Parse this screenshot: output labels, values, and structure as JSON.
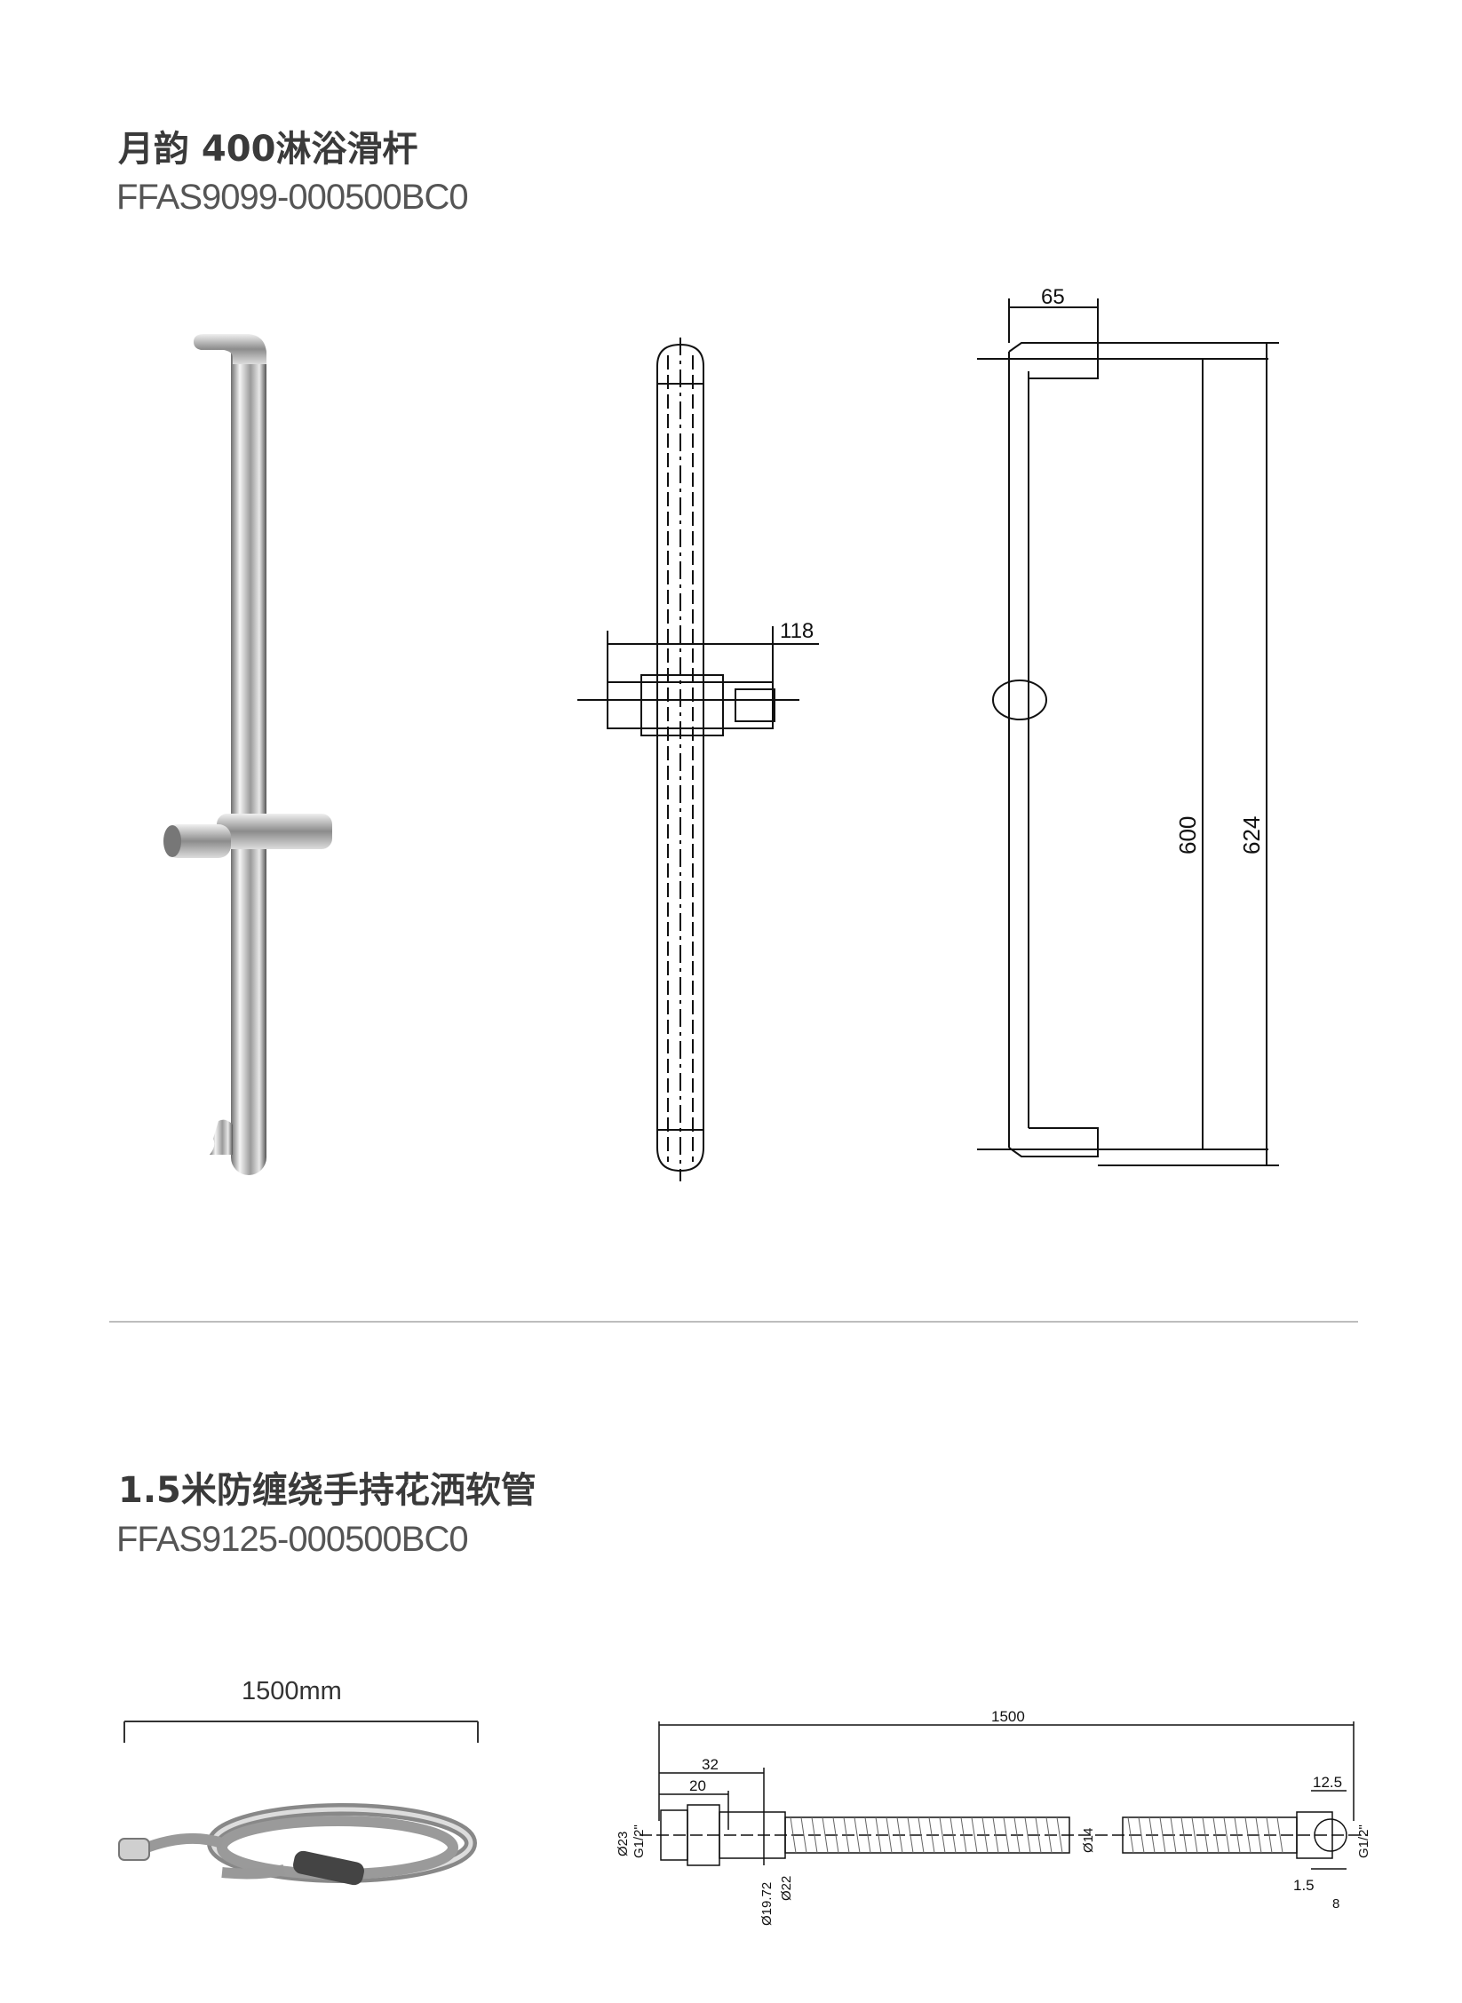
{
  "product1": {
    "title": "月韵 400淋浴滑杆",
    "code": "FFAS9099-000500BC0",
    "dims": {
      "width_slider": "118",
      "depth": "65",
      "height_inner": "600",
      "height_total": "624"
    }
  },
  "product2": {
    "title": "1.5米防缠绕手持花洒软管",
    "code": "FFAS9125-000500BC0",
    "length_label": "1500mm",
    "dims": {
      "total": "1500",
      "d32": "32",
      "d20": "20",
      "d23": "Ø23",
      "g_left": "G1/2\"",
      "d1972": "Ø19.72",
      "d22": "Ø22",
      "d14": "Ø14",
      "d125": "12.5",
      "d15": "1.5",
      "d8": "8",
      "g_right": "G1/2\""
    }
  }
}
